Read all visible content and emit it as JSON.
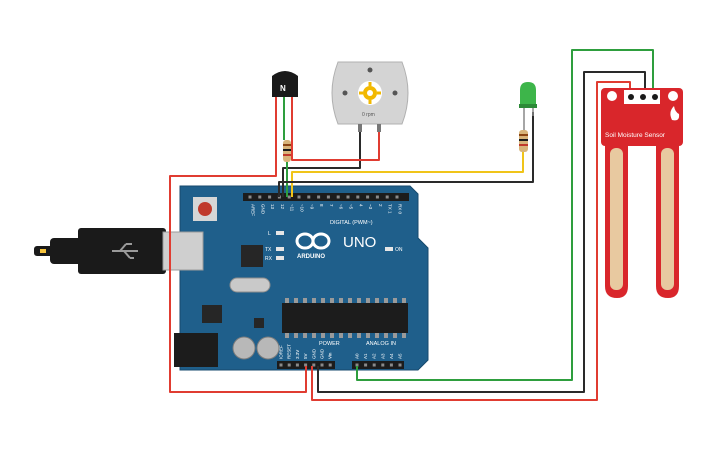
{
  "board": {
    "name": "UNO",
    "brand": "ARDUINO",
    "digital_header": "DIGITAL (PWM~)",
    "power_header": "POWER",
    "analog_header": "ANALOG IN",
    "on_label": "ON",
    "led_l": "L",
    "led_tx": "TX",
    "led_rx": "RX",
    "digital_pins": [
      "AREF",
      "GND",
      "13",
      "12",
      "~11",
      "~10",
      "~9",
      "8",
      "7",
      "~6",
      "~5",
      "4",
      "~3",
      "2",
      "TX 1",
      "RX 0"
    ],
    "power_pins": [
      "IOREF",
      "RESET",
      "3.3V",
      "5V",
      "GND",
      "GND",
      "Vin"
    ],
    "analog_pins": [
      "A0",
      "A1",
      "A2",
      "A3",
      "A4",
      "A5"
    ],
    "color": "#1f5f8b"
  },
  "motor": {
    "speed_label": "0 rpm"
  },
  "transistor": {
    "label": "N"
  },
  "sensor": {
    "label": "Soil Moisture Sensor",
    "color": "#d9262b"
  },
  "wire_colors": {
    "red": "#e03c31",
    "black": "#2a2a2a",
    "green": "#2e9e3e",
    "yellow": "#f0c419"
  },
  "led": {
    "color": "#3db54a"
  }
}
